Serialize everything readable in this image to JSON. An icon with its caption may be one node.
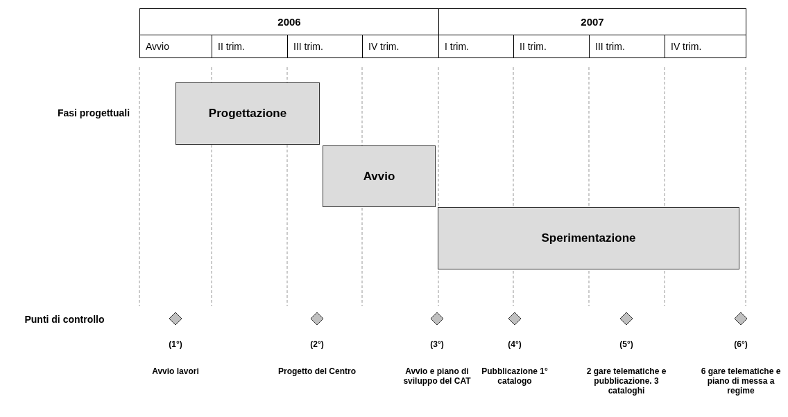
{
  "diagram": {
    "nodes": [
      {
        "text": [
          "Progettazione"
        ]
      },
      {
        "text": [
          "Avvio"
        ]
      },
      {
        "text": [
          "Sperimentazione"
        ]
      },
      {
        "text": [],
        "shape": "diamond",
        "beside": [
          "(1°)",
          "Avvio lavori"
        ]
      },
      {
        "text": [],
        "shape": "diamond",
        "beside": [
          "(2°)",
          "Progetto del Centro"
        ]
      },
      {
        "text": [],
        "shape": "diamond",
        "beside": [
          "(3°)",
          "Avvio e piano di sviluppo del CAT"
        ]
      },
      {
        "text": [],
        "shape": "diamond",
        "beside": [
          "(4°)",
          "Pubblicazione 1° catalogo"
        ]
      },
      {
        "text": [],
        "shape": "diamond",
        "beside": [
          "(5°)",
          "2 gare telematiche e pubblicazione. 3 cataloghi"
        ]
      },
      {
        "text": [],
        "shape": "diamond",
        "beside": [
          "(6°)",
          "6 gare telematiche e piano di messa a regime"
        ]
      }
    ],
    "labels": [
      "2006",
      "2007",
      "Avvio",
      "II trim.",
      "III trim.",
      "IV trim.",
      "I trim.",
      "II trim.",
      "III trim.",
      "IV trim.",
      "Fasi progettuali",
      "Punti di controllo"
    ]
  }
}
